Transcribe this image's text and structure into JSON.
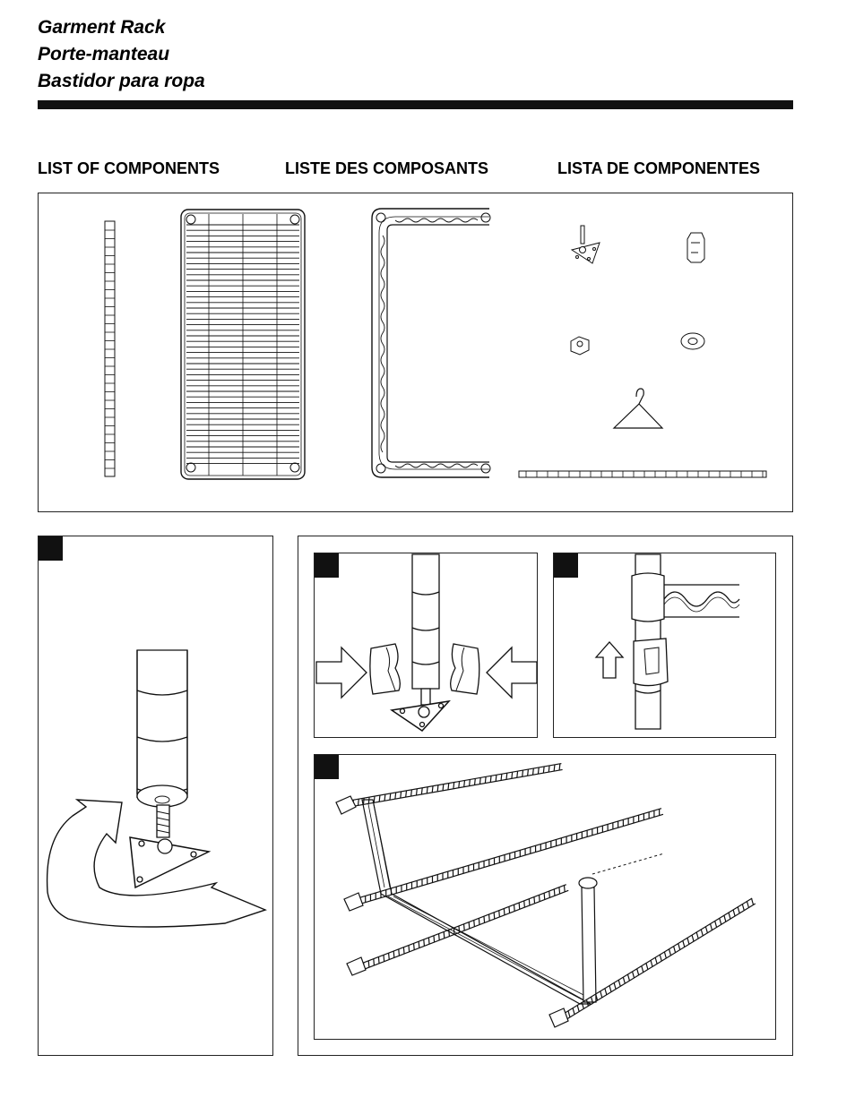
{
  "header": {
    "title_en": "Garment Rack",
    "title_fr": "Porte-manteau",
    "title_es": "Bastidor para ropa"
  },
  "components": {
    "heading_en": "LIST OF COMPONENTS",
    "heading_fr": "LISTE DES COMPOSANTS",
    "heading_es": "LISTA DE COMPONENTES",
    "items": [
      "post-icon",
      "wire-shelf-icon",
      "u-frame-icon",
      "leveling-foot-icon",
      "sleeve-clip-icon",
      "nut-icon",
      "washer-icon",
      "hanger-icon",
      "hanging-rod-icon"
    ]
  },
  "steps": [
    {
      "badge": "",
      "illustration": "screw-foot-into-post-icon"
    },
    {
      "badge": "",
      "illustration": "attach-sleeves-icon"
    },
    {
      "badge": "",
      "illustration": "slide-frame-onto-post-icon"
    },
    {
      "badge": "",
      "illustration": "assembled-frame-icon"
    }
  ],
  "colors": {
    "ink": "#111111",
    "paper": "#ffffff"
  }
}
